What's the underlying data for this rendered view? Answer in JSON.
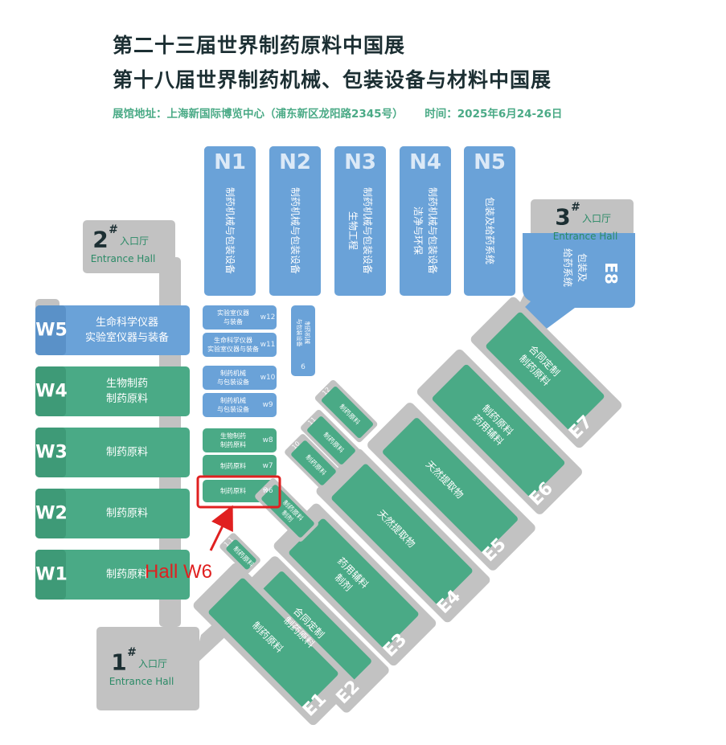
{
  "header": {
    "title_line1": "第二十三届世界制药原料中国展",
    "title_line2": "第十八届世界制药机械、包装设备与材料中国展",
    "venue": "展馆地址：上海新国际博览中心（浦东新区龙阳路2345号）",
    "time": "时间：2025年6月24-26日"
  },
  "colors": {
    "green": "#4aaa86",
    "blue": "#6aa2d8",
    "grey": "#c2c2c2",
    "dark": "#1c2f33",
    "highlight": "#e02020"
  },
  "entrances": {
    "e1": {
      "num": "1",
      "mark": "#",
      "label": "入口厅",
      "en": "Entrance Hall"
    },
    "e2": {
      "num": "2",
      "mark": "#",
      "label": "入口厅",
      "en": "Entrance Hall"
    },
    "e3": {
      "num": "3",
      "mark": "#",
      "label": "入口厅",
      "en": "Entrance Hall"
    }
  },
  "north_halls": [
    {
      "code": "N1",
      "lines": [
        "制药机械与包装设备"
      ]
    },
    {
      "code": "N2",
      "lines": [
        "制药机械与包装设备"
      ]
    },
    {
      "code": "N3",
      "lines": [
        "制药机械与包装设备",
        "生物工程"
      ]
    },
    {
      "code": "N4",
      "lines": [
        "制药机械与包装设备",
        "洁净与环保"
      ]
    },
    {
      "code": "N5",
      "lines": [
        "包装及给药系统"
      ]
    }
  ],
  "e8": {
    "code": "E8",
    "lines": [
      "包装及",
      "给药系统"
    ]
  },
  "west_halls": [
    {
      "code": "W5",
      "lines": [
        "生命科学仪器",
        "实验室仪器与装备"
      ]
    },
    {
      "code": "W4",
      "lines": [
        "生物制药",
        "制药原料"
      ]
    },
    {
      "code": "W3",
      "lines": [
        "制药原料"
      ]
    },
    {
      "code": "W2",
      "lines": [
        "制药原料"
      ]
    },
    {
      "code": "W1",
      "lines": [
        "制药原料"
      ]
    }
  ],
  "middle_halls": [
    {
      "code": "W12",
      "lines": [
        "实验室仪器",
        "与装备"
      ]
    },
    {
      "code": "W11",
      "lines": [
        "生命科学仪器",
        "实验室仪器与装备"
      ]
    },
    {
      "code": "W10",
      "lines": [
        "制药机械",
        "与包装设备"
      ]
    },
    {
      "code": "W9",
      "lines": [
        "制药机械",
        "与包装设备"
      ]
    },
    {
      "code": "W8",
      "lines": [
        "生物制药",
        "制药原料"
      ]
    },
    {
      "code": "W7",
      "lines": [
        "制药原料"
      ]
    },
    {
      "code": "W6",
      "lines": [
        "制药原料"
      ]
    }
  ],
  "w6_strip": {
    "code": "6",
    "lines": [
      "制药机械",
      "与包装设备"
    ]
  },
  "east_halls": [
    {
      "code": "E7",
      "lines": [
        "合同定制",
        "制药原料"
      ]
    },
    {
      "code": "E6",
      "lines": [
        "制药原料",
        "药用辅料"
      ]
    },
    {
      "code": "E5",
      "lines": [
        "天然提取物"
      ]
    },
    {
      "code": "E4",
      "lines": [
        "天然提取物"
      ]
    },
    {
      "code": "E3",
      "lines": [
        "药用辅料",
        "制剂"
      ]
    },
    {
      "code": "E2",
      "lines": [
        "合同定制",
        "制药原料"
      ]
    },
    {
      "code": "E1",
      "lines": [
        "制药原料"
      ]
    }
  ],
  "small_diag_halls": [
    {
      "code": "12",
      "lines": [
        "制药原料"
      ]
    },
    {
      "code": "11",
      "lines": [
        "制药原料"
      ]
    },
    {
      "code": "10",
      "lines": [
        "制药原料"
      ]
    },
    {
      "code": "9",
      "lines": [
        "制药原料",
        "制剂"
      ]
    },
    {
      "code": "1.1",
      "lines": [
        "制药原料"
      ]
    }
  ],
  "annotation": {
    "label": "Hall W6"
  }
}
